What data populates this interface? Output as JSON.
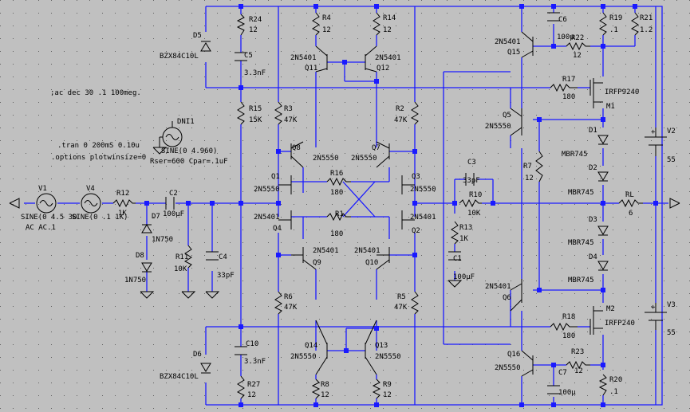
{
  "directives": {
    "ac": ";ac dec 30 .1 100meg.",
    "tran": ".tran 0 200mS 0.10u",
    "options": ".options plotwinsize=0"
  },
  "components": {
    "R24": {
      "ref": "R24",
      "value": "12"
    },
    "C5": {
      "ref": "C5",
      "value": "3.3nF"
    },
    "D5": {
      "ref": "D5",
      "value": "BZX84C10L"
    },
    "R4": {
      "ref": "R4",
      "value": "12"
    },
    "R14": {
      "ref": "R14",
      "value": "12"
    },
    "Q11": {
      "ref": "Q11",
      "value": "2N5401"
    },
    "Q12": {
      "ref": "Q12",
      "value": "2N5401"
    },
    "Q15": {
      "ref": "Q15",
      "value": "2N5401"
    },
    "C6": {
      "ref": "C6",
      "value": "100µ"
    },
    "R22": {
      "ref": "R22",
      "value": "12"
    },
    "R19": {
      "ref": "R19",
      "value": ".1"
    },
    "R21": {
      "ref": "R21",
      "value": "1.2"
    },
    "R17": {
      "ref": "R17",
      "value": "180"
    },
    "M1": {
      "ref": "M1",
      "value": "IRFP9240"
    },
    "R15": {
      "ref": "R15",
      "value": "15K"
    },
    "R3": {
      "ref": "R3",
      "value": "47K"
    },
    "R2": {
      "ref": "R2",
      "value": "47K"
    },
    "Q5": {
      "ref": "Q5",
      "value": "2N5550"
    },
    "DNI1": {
      "ref": "DNI1",
      "line1": "SINE(0 4.960)",
      "line2": "Rser=600 Cpar=.1uF"
    },
    "Q8": {
      "ref": "Q8",
      "value": "2N5550"
    },
    "Q7": {
      "ref": "Q7",
      "value": "2N5550"
    },
    "D1": {
      "ref": "D1",
      "value": "MBR745"
    },
    "V2": {
      "ref": "V2",
      "value": "55"
    },
    "R7": {
      "ref": "R7",
      "value": "12"
    },
    "D2": {
      "ref": "D2",
      "value": "MBR745"
    },
    "Q1": {
      "ref": "Q1",
      "value": "2N5550"
    },
    "R16": {
      "ref": "R16",
      "value": "180"
    },
    "Q3": {
      "ref": "Q3",
      "value": "2N5550"
    },
    "C3": {
      "ref": "C3",
      "value": "33pF"
    },
    "R10": {
      "ref": "R10",
      "value": "10K"
    },
    "RL": {
      "ref": "RL",
      "value": "6"
    },
    "V1": {
      "ref": "V1",
      "line1": "SINE(0 4.5 30",
      "line2": "AC AC.1"
    },
    "V4": {
      "ref": "V4",
      "line1": "SINE(0 .1 1K)"
    },
    "R12": {
      "ref": "R12",
      "value": "1K"
    },
    "C2": {
      "ref": "C2",
      "value": "100µF"
    },
    "Q4": {
      "ref": "Q4",
      "value": "2N5401"
    },
    "R1": {
      "ref": "R1",
      "value": "180"
    },
    "Q2": {
      "ref": "Q2",
      "value": "2N5401"
    },
    "D3": {
      "ref": "D3",
      "value": "MBR745"
    },
    "D7": {
      "ref": "D7",
      "value": "1N750"
    },
    "R13": {
      "ref": "R13",
      "value": "1K"
    },
    "Q9": {
      "ref": "Q9",
      "value": "2N5401"
    },
    "Q10": {
      "ref": "Q10",
      "value": "2N5401"
    },
    "D4": {
      "ref": "D4",
      "value": "MBR745"
    },
    "D8": {
      "ref": "D8",
      "value": "1N750"
    },
    "R11": {
      "ref": "R11",
      "value": "10K"
    },
    "C4": {
      "ref": "C4",
      "value": "33pF"
    },
    "C1": {
      "ref": "C1",
      "value": "100µF"
    },
    "Q6": {
      "ref": "Q6",
      "value": "2N5401"
    },
    "R6": {
      "ref": "R6",
      "value": "47K"
    },
    "R5": {
      "ref": "R5",
      "value": "47K"
    },
    "M2": {
      "ref": "M2",
      "value": "IRFP240"
    },
    "V3": {
      "ref": "V3",
      "value": "55"
    },
    "R18": {
      "ref": "R18",
      "value": "180"
    },
    "C10": {
      "ref": "C10",
      "value": "3.3nF"
    },
    "D6": {
      "ref": "D6",
      "value": "BZX84C10L"
    },
    "Q14": {
      "ref": "Q14",
      "value": "2N5550"
    },
    "Q13": {
      "ref": "Q13",
      "value": "2N5550"
    },
    "Q16": {
      "ref": "Q16",
      "value": "2N5550"
    },
    "R23": {
      "ref": "R23",
      "value": "12"
    },
    "C7": {
      "ref": "C7",
      "value": "100µ"
    },
    "R27": {
      "ref": "R27",
      "value": "12"
    },
    "R8": {
      "ref": "R8",
      "value": "12"
    },
    "R9": {
      "ref": "R9",
      "value": "12"
    },
    "R20": {
      "ref": "R20",
      "value": ".1"
    }
  },
  "colors": {
    "background": "#c0c0c0",
    "wire": "#1a1aff",
    "component": "#000000"
  }
}
